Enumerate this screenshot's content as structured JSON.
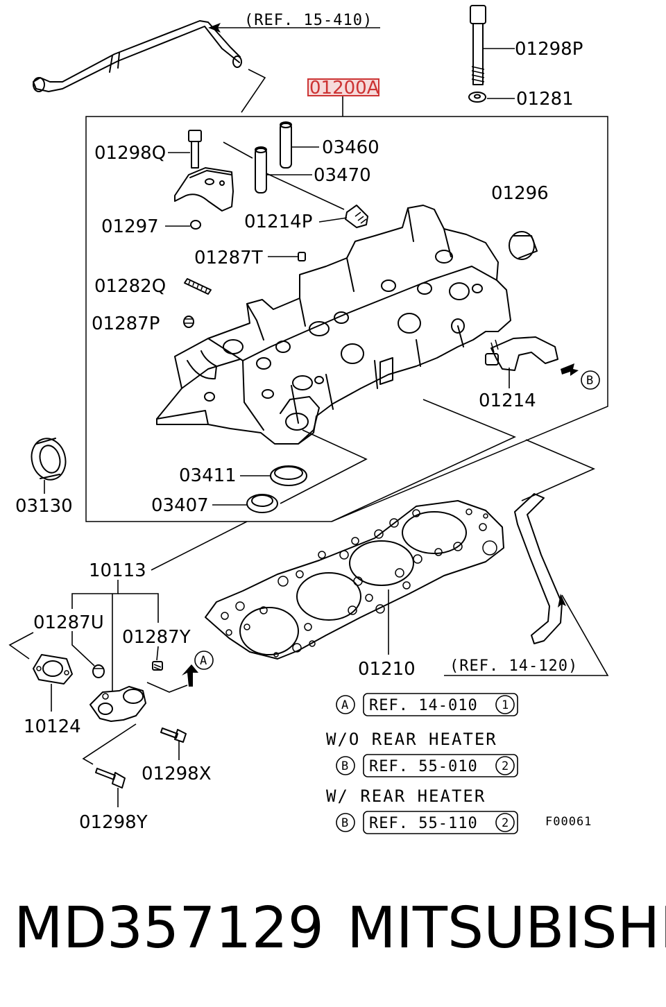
{
  "labels": {
    "ref_15_410": "(REF. 15-410)",
    "p01298P": "01298P",
    "p01200A": "01200A",
    "p01281": "01281",
    "p01298Q": "01298Q",
    "p03460": "03460",
    "p03470": "03470",
    "p01296": "01296",
    "p01297": "01297",
    "p01214P": "01214P",
    "p01287T": "01287T",
    "p01282Q": "01282Q",
    "p01287P": "01287P",
    "p01214": "01214",
    "marker_B": "B",
    "p03411": "03411",
    "p03407": "03407",
    "p03130": "03130",
    "p10113": "10113",
    "p01287U": "01287U",
    "p01287Y": "01287Y",
    "marker_A": "A",
    "p01210": "01210",
    "ref_14_120": "(REF. 14-120)",
    "p10124": "10124",
    "p01298X": "01298X",
    "p01298Y": "01298Y"
  },
  "legend": {
    "row1": {
      "marker": "A",
      "ref": "REF. 14-010",
      "num": "1"
    },
    "wo_rear_heater": "W/O  REAR  HEATER",
    "row2": {
      "marker": "B",
      "ref": "REF. 55-010",
      "num": "2"
    },
    "w_rear_heater": "W/  REAR  HEATER",
    "row3": {
      "marker": "B",
      "ref": "REF. 55-110",
      "num": "2"
    },
    "figure_code": "F00061"
  },
  "caption": {
    "part_number": "MD357129",
    "brand": "MITSUBISHI"
  },
  "colors": {
    "line": "#000000",
    "highlight_box": "#cc3333",
    "highlight_fill": "#f6dada"
  }
}
